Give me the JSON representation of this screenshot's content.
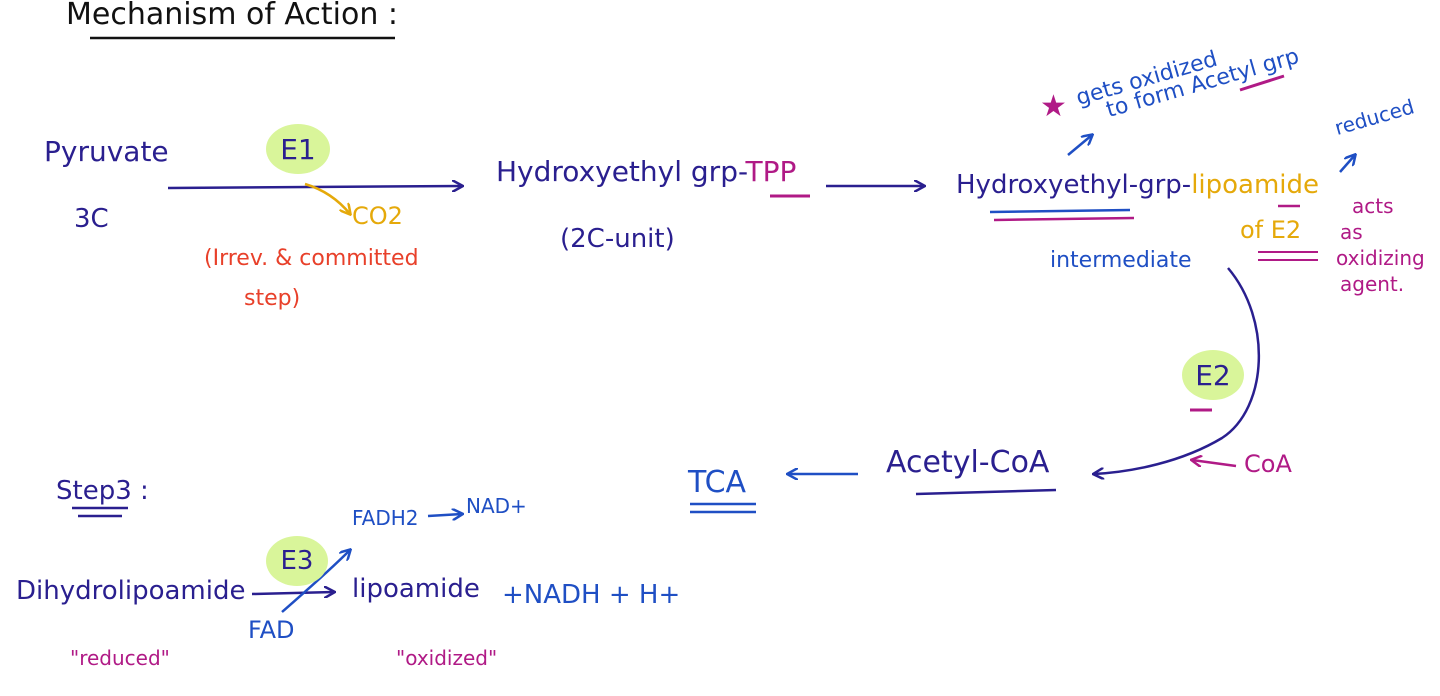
{
  "title": "Mechanism of Action :",
  "pyruvate": {
    "name": "Pyruvate",
    "carbons": "3C"
  },
  "enzymes": {
    "e1": "E1",
    "e2": "E2",
    "e3": "E3"
  },
  "co2": "CO2",
  "co2_note": {
    "line1": "(Irrev. & committed",
    "line2": "step)"
  },
  "hydroxyethyl_tpp": {
    "prefix": "Hydroxyethyl grp-",
    "cofactor": "TPP",
    "note": "(2C-unit)"
  },
  "hydroxyethyl_lipoamide": {
    "prefix": "Hydroxyethyl-grp-",
    "cofactor": "lipoamide",
    "of_e2": "of E2",
    "intermediate": "intermediate"
  },
  "oxidation_note": {
    "star": "★",
    "line1": "gets oxidized",
    "line2": "to form Acetyl grp"
  },
  "reduced_top": "reduced",
  "oxidizing_agent_note": {
    "line1": "acts",
    "line2": "as",
    "line3": "oxidizing",
    "line4": "agent."
  },
  "coa": "CoA",
  "acetyl_coa": "Acetyl-CoA",
  "tca": "TCA",
  "step3": {
    "label": "Step3 :",
    "substrate": "Dihydrolipoamide",
    "substrate_note": "\"reduced\"",
    "product": "lipoamide",
    "product_note": "\"oxidized\"",
    "fad": "FAD",
    "fadh2": "FADH2",
    "nad": "NAD+",
    "byproducts": "+NADH + H+"
  },
  "colors": {
    "navy": "#2a1f8f",
    "blue": "#1f4fc4",
    "magenta": "#b01a86",
    "red": "#e8402a",
    "gold": "#e5a90a",
    "highlight": "#d9f59a"
  }
}
